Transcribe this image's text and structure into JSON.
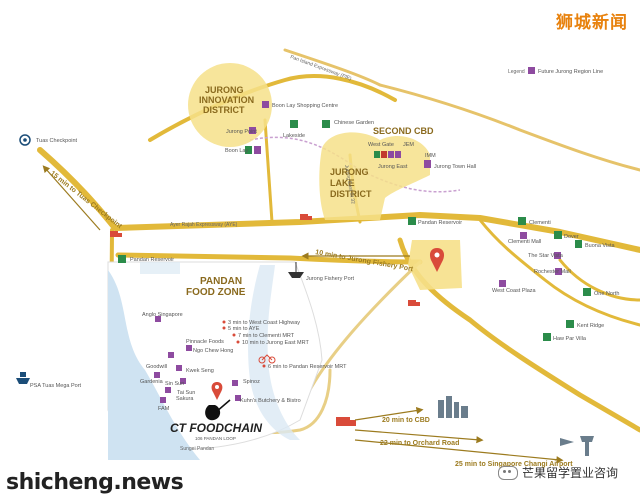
{
  "watermarks": {
    "top_right": "狮城新闻",
    "bottom_left": "shicheng.news",
    "bottom_right": "芒果留学置业咨询"
  },
  "legend": {
    "prefix": "Legend",
    "label": "Future Jurong Region Line"
  },
  "districts": {
    "jid_line1": "JURONG",
    "jid_line2": "INNOVATION",
    "jid_line3": "DISTRICT",
    "second_cbd": "SECOND CBD",
    "jld_line1": "JURONG",
    "jld_line2": "LAKE",
    "jld_line3": "DISTRICT",
    "pfz_line1": "PANDAN",
    "pfz_line2": "FOOD ZONE"
  },
  "roads": {
    "pie": "Pan Island Expressway (PIE)",
    "ayer": "Ayer Rajah Expressway (AYE)",
    "jurong_east_st": "Jurong East St 32"
  },
  "places": {
    "tuas_checkpoint": "Tuas Checkpoint",
    "boon_lay_sc": "Boon Lay Shopping Centre",
    "jurong_point": "Jurong Point",
    "boon_lay": "Boon Lay",
    "lakeside": "Lakeside",
    "chinese_garden": "Chinese Garden",
    "west_gate": "West Gate",
    "jem": "JEM",
    "jurong_east": "Jurong East",
    "imm": "IMM",
    "jurong_town_hall": "Jurong Town Hall",
    "pandan_reservoir": "Pandan Reservoir",
    "clementi": "Clementi",
    "clementi_mall": "Clementi Mall",
    "dover": "Dover",
    "buona_vista": "Buona Vista",
    "star_vista": "The Star Vista",
    "rochester_mall": "Rochester Mall",
    "one_north": "One North",
    "west_coast_plaza": "West Coast Plaza",
    "kent_ridge": "Kent Ridge",
    "haw_par_villa": "Haw Par Villa",
    "jurong_fishery_port": "Jurong Fishery Port",
    "pandan_reservoir_west": "Pandan Reservoir",
    "psa_tuas": "PSA Tuas Mega Port",
    "sungei_pandan": "Sungei Pandan"
  },
  "arrows": {
    "tuas": "15 min to Tuas Checkpoint",
    "fishery": "10 min to Jurong Fishery Port",
    "cbd": "20 min to CBD",
    "orchard": "22 min to Orchard Road",
    "changi": "25 min to Singapore Changi Airport"
  },
  "access_notes": [
    "3 min to West Coast Highway",
    "5 min to AYE",
    "7 min to Clementi MRT",
    "10 min to Jurong East MRT",
    "6 min to Pandan Reservoir MRT"
  ],
  "food_zone_places": [
    "Anglo Singapore",
    "Pinnacle Foods",
    "Ngo Chew Hong",
    "Kwek Seng",
    "Goodwill",
    "Sin Sun",
    "Gardenia",
    "Tai Sun",
    "Sakura",
    "FAM",
    "Kuhn's Butchery & Bistro",
    "Spinoz"
  ],
  "logo": {
    "brand": "CT FOODCHAIN",
    "sub": "106 PANDAN LOOP"
  }
}
